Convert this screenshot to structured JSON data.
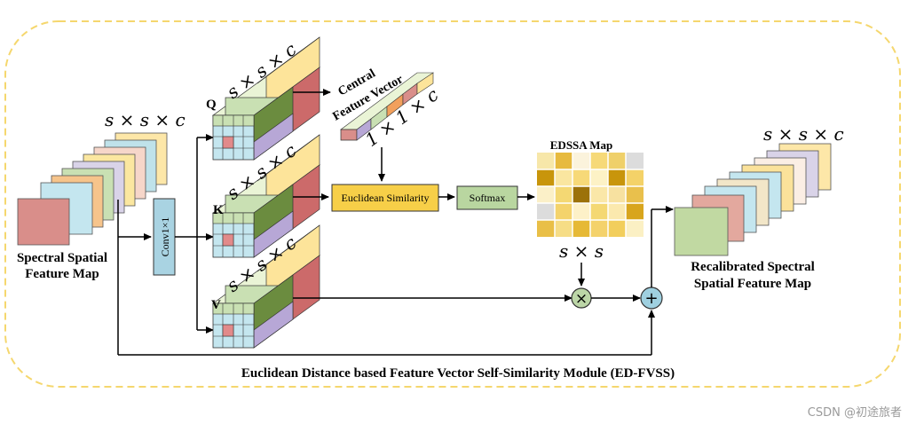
{
  "input": {
    "label_line1": "Spectral Spatial",
    "label_line2": "Feature Map",
    "dims": "s × s × c"
  },
  "conv": {
    "label": "Conv1×1"
  },
  "branches": {
    "q": "Q",
    "k": "K",
    "v": "V",
    "dims": "s × s × c"
  },
  "central": {
    "label_line1": "Central",
    "label_line2": "Feature Vector",
    "dims": "1 × 1 × c"
  },
  "similarity": {
    "label": "Euclidean Similarity"
  },
  "softmax": {
    "label": "Softmax"
  },
  "edssa": {
    "title": "EDSSA Map",
    "dims": "s × s"
  },
  "ops": {
    "multiply": "×",
    "add": "+"
  },
  "output": {
    "label_line1": "Recalibrated Spectral",
    "label_line2": "Spatial Feature Map",
    "dims": "s × s × c"
  },
  "module_title": "Euclidean Distance based Feature Vector Self-Similarity Module (ED-FVSS)",
  "watermark": "CSDN @初途旅者",
  "colors": {
    "dashed_border": "#f5d76e",
    "conv_box": "#a9d3e2",
    "similarity_box": "#f7cf48",
    "softmax_box": "#b9d6a0",
    "op_circle_mult": "#bcd6a7",
    "op_circle_add": "#9fd0e0"
  }
}
